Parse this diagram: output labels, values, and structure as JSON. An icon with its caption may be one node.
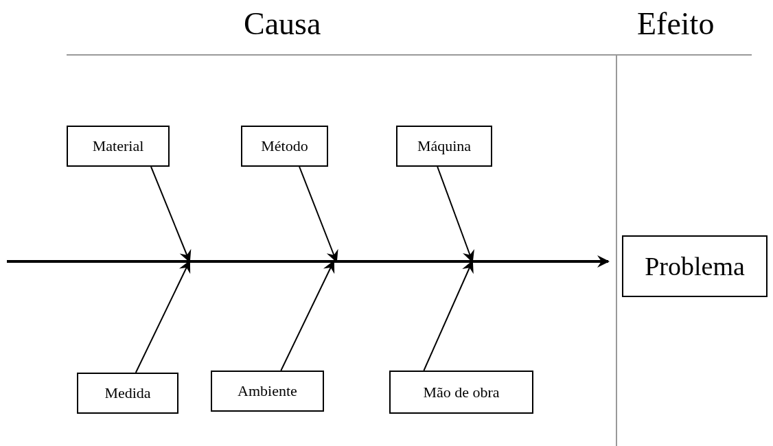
{
  "diagram": {
    "nodes": [
      {
        "text": [
          "Material"
        ]
      },
      {
        "text": [
          "Método"
        ]
      },
      {
        "text": [
          "Máquina"
        ]
      },
      {
        "text": [
          "Medida"
        ]
      },
      {
        "text": [
          "Ambiente"
        ]
      },
      {
        "text": [
          "Mão de obra"
        ]
      },
      {
        "text": [
          "Problema"
        ]
      }
    ],
    "edges": [
      {
        "from": null,
        "to": 6,
        "arrow": "to",
        "style": "thick"
      },
      {
        "from": 0,
        "to": null,
        "arrow": "to"
      },
      {
        "from": 1,
        "to": null,
        "arrow": "to"
      },
      {
        "from": 2,
        "to": null,
        "arrow": "to"
      },
      {
        "from": 3,
        "to": null,
        "arrow": "to"
      },
      {
        "from": 4,
        "to": null,
        "arrow": "to"
      },
      {
        "from": 5,
        "to": null,
        "arrow": "to"
      }
    ],
    "labels": [
      "Causa",
      "Efeito"
    ]
  }
}
